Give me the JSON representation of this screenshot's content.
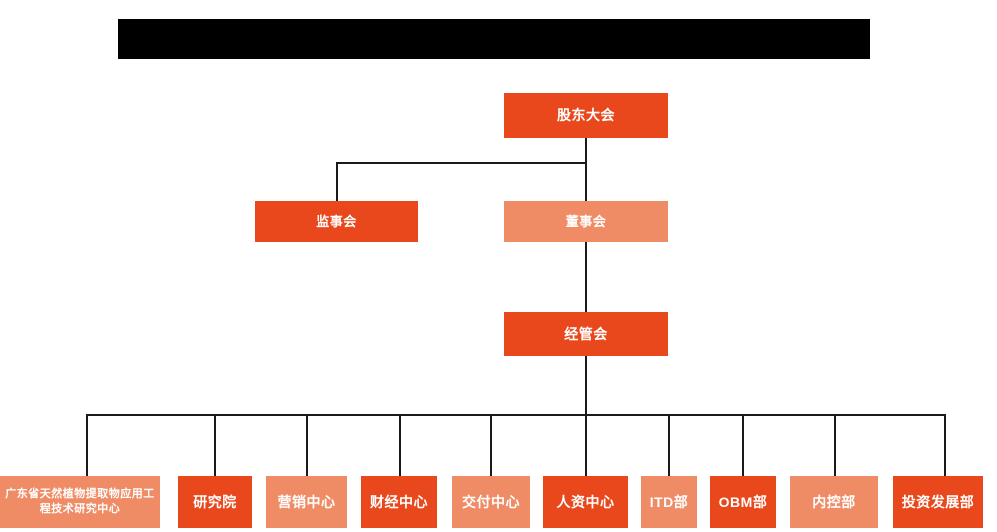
{
  "banner": {
    "text": "",
    "color": "#000000"
  },
  "palette": {
    "dark_orange": "#E8481C",
    "light_orange": "#EF8C66",
    "connector": "#1a1a1a",
    "background": "#ffffff",
    "label_text": "#ffffff"
  },
  "chart_type": "organization-chart",
  "levels": [
    {
      "level": 1,
      "nodes": [
        {
          "id": "shareholders-meeting",
          "label": "股东大会",
          "tone": "dark"
        }
      ]
    },
    {
      "level": 2,
      "nodes": [
        {
          "id": "board-of-supervisors",
          "label": "监事会",
          "tone": "dark"
        },
        {
          "id": "board-of-directors",
          "label": "董事会",
          "tone": "light"
        }
      ]
    },
    {
      "level": 3,
      "nodes": [
        {
          "id": "management-committee",
          "label": "经管会",
          "tone": "dark"
        }
      ]
    },
    {
      "level": 4,
      "nodes": [
        {
          "id": "guangdong-research-center",
          "label": "广东省天然植物提取物应用工程技术研究中心",
          "tone": "light"
        },
        {
          "id": "research-institute",
          "label": "研究院",
          "tone": "dark"
        },
        {
          "id": "marketing-center",
          "label": "营销中心",
          "tone": "light"
        },
        {
          "id": "finance-center",
          "label": "财经中心",
          "tone": "dark"
        },
        {
          "id": "delivery-center",
          "label": "交付中心",
          "tone": "light"
        },
        {
          "id": "hr-center",
          "label": "人资中心",
          "tone": "dark"
        },
        {
          "id": "itd-department",
          "label": "ITD部",
          "tone": "light"
        },
        {
          "id": "obm-department",
          "label": "OBM部",
          "tone": "dark"
        },
        {
          "id": "internal-control-department",
          "label": "内控部",
          "tone": "light"
        },
        {
          "id": "investment-development-department",
          "label": "投资发展部",
          "tone": "dark"
        }
      ]
    }
  ],
  "nodes": {
    "shareholders_meeting": "股东大会",
    "board_of_supervisors": "监事会",
    "board_of_directors": "董事会",
    "management_committee": "经管会",
    "guangdong_research_center": "广东省天然植物提取物应用工程技术研究中心",
    "research_institute": "研究院",
    "marketing_center": "营销中心",
    "finance_center": "财经中心",
    "delivery_center": "交付中心",
    "hr_center": "人资中心",
    "itd_department": "ITD部",
    "obm_department": "OBM部",
    "internal_control_department": "内控部",
    "investment_development_department": "投资发展部"
  }
}
